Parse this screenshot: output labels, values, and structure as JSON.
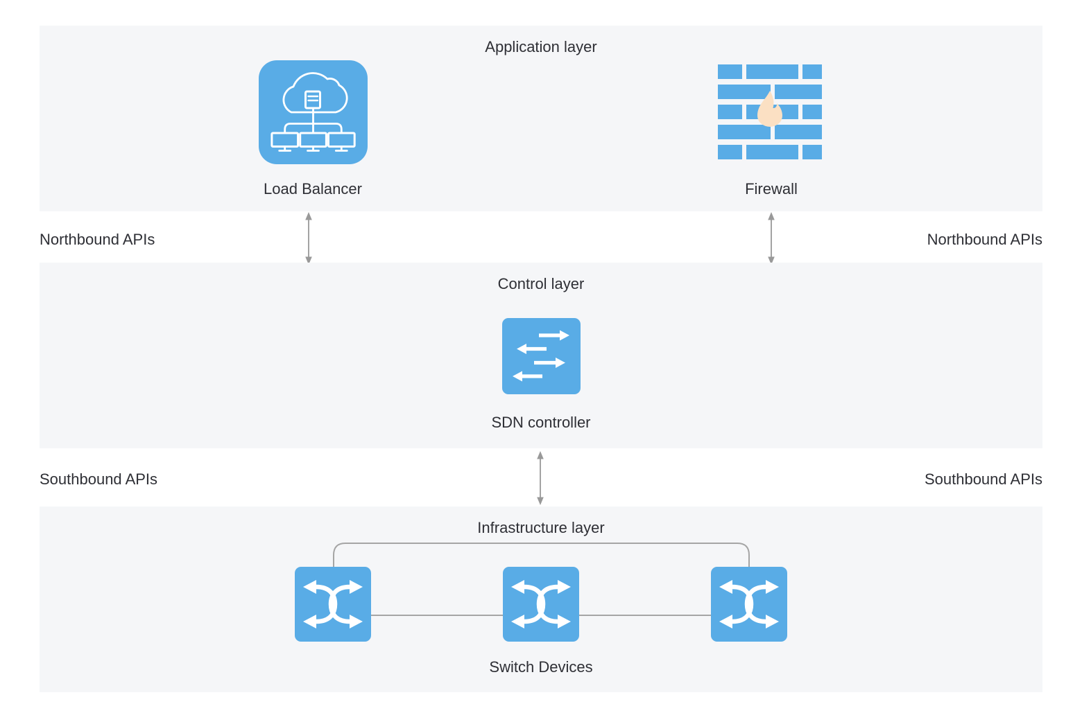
{
  "layers": {
    "application": {
      "title": "Application layer"
    },
    "control": {
      "title": "Control layer"
    },
    "infrastructure": {
      "title": "Infrastructure layer"
    }
  },
  "nodes": {
    "load_balancer": {
      "label": "Load Balancer",
      "icon": "cloud-load-balancer"
    },
    "firewall": {
      "label": "Firewall",
      "icon": "brick-wall-flame"
    },
    "sdn_controller": {
      "label": "SDN controller",
      "icon": "flow-arrows"
    },
    "switch_devices": {
      "label": "Switch Devices",
      "icon": "crossover-switch",
      "count": 3
    }
  },
  "apis": {
    "northbound": {
      "label": "Northbound APIs"
    },
    "southbound": {
      "label": "Southbound APIs"
    }
  },
  "colors": {
    "panel_bg": "#f5f6f8",
    "icon_blue": "#59ace6",
    "flame": "#fbe0c3",
    "text": "#2e2f35",
    "api_arrow": "#999999",
    "connector": "#a5a5a5"
  }
}
